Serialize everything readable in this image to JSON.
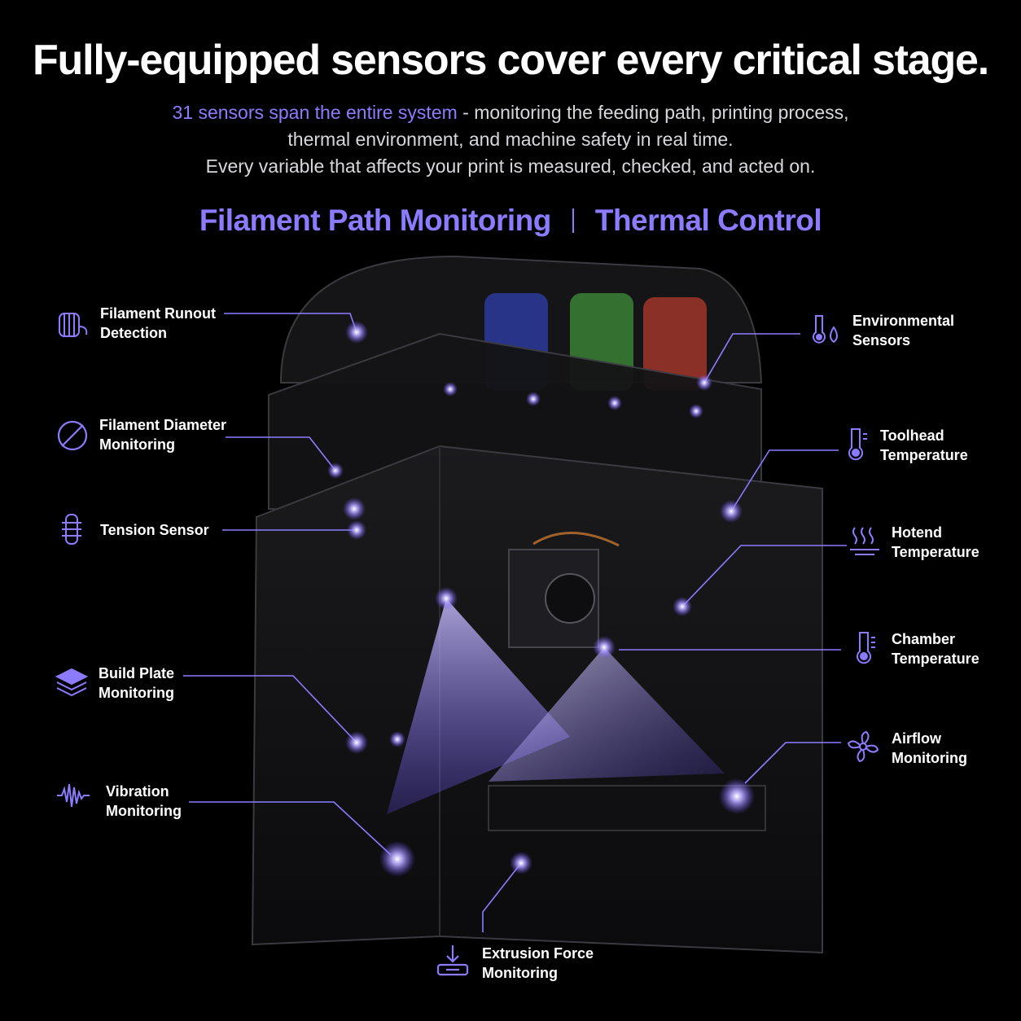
{
  "headline": "Fully-equipped sensors cover every critical stage.",
  "intro": {
    "line1_highlight": "31 sensors span the entire system",
    "line1_rest": " - monitoring the feeding path, printing process,",
    "line2": "thermal environment, and machine safety in real time.",
    "line3": "Every variable that affects your print is measured, checked, and acted on."
  },
  "subheadings": {
    "left": "Filament Path Monitoring",
    "right": "Thermal Control"
  },
  "sensors_left": [
    {
      "line1": "Filament Runout",
      "line2": "Detection",
      "icon": "spool-icon"
    },
    {
      "line1": "Filament Diameter",
      "line2": "Monitoring",
      "icon": "diameter-icon"
    },
    {
      "line1": "Tension Sensor",
      "line2": "",
      "icon": "tension-icon"
    },
    {
      "line1": "Build Plate",
      "line2": "Monitoring",
      "icon": "layers-icon"
    },
    {
      "line1": "Vibration",
      "line2": "Monitoring",
      "icon": "waveform-icon"
    }
  ],
  "sensors_right": [
    {
      "line1": "Environmental",
      "line2": "Sensors",
      "icon": "thermometer-drop-icon"
    },
    {
      "line1": "Toolhead",
      "line2": "Temperature",
      "icon": "thermometer-icon"
    },
    {
      "line1": "Hotend",
      "line2": "Temperature",
      "icon": "heat-icon"
    },
    {
      "line1": "Chamber",
      "line2": "Temperature",
      "icon": "thermometer-icon"
    },
    {
      "line1": "Airflow",
      "line2": "Monitoring",
      "icon": "fan-icon"
    }
  ],
  "sensor_bottom": {
    "line1": "Extrusion Force",
    "line2": "Monitoring",
    "icon": "force-down-icon"
  },
  "colors": {
    "accent": "#8b7cff",
    "background": "#000000",
    "spool_blue": "#2d3fae",
    "spool_green": "#3f8f3a",
    "spool_red": "#b33a2c"
  }
}
